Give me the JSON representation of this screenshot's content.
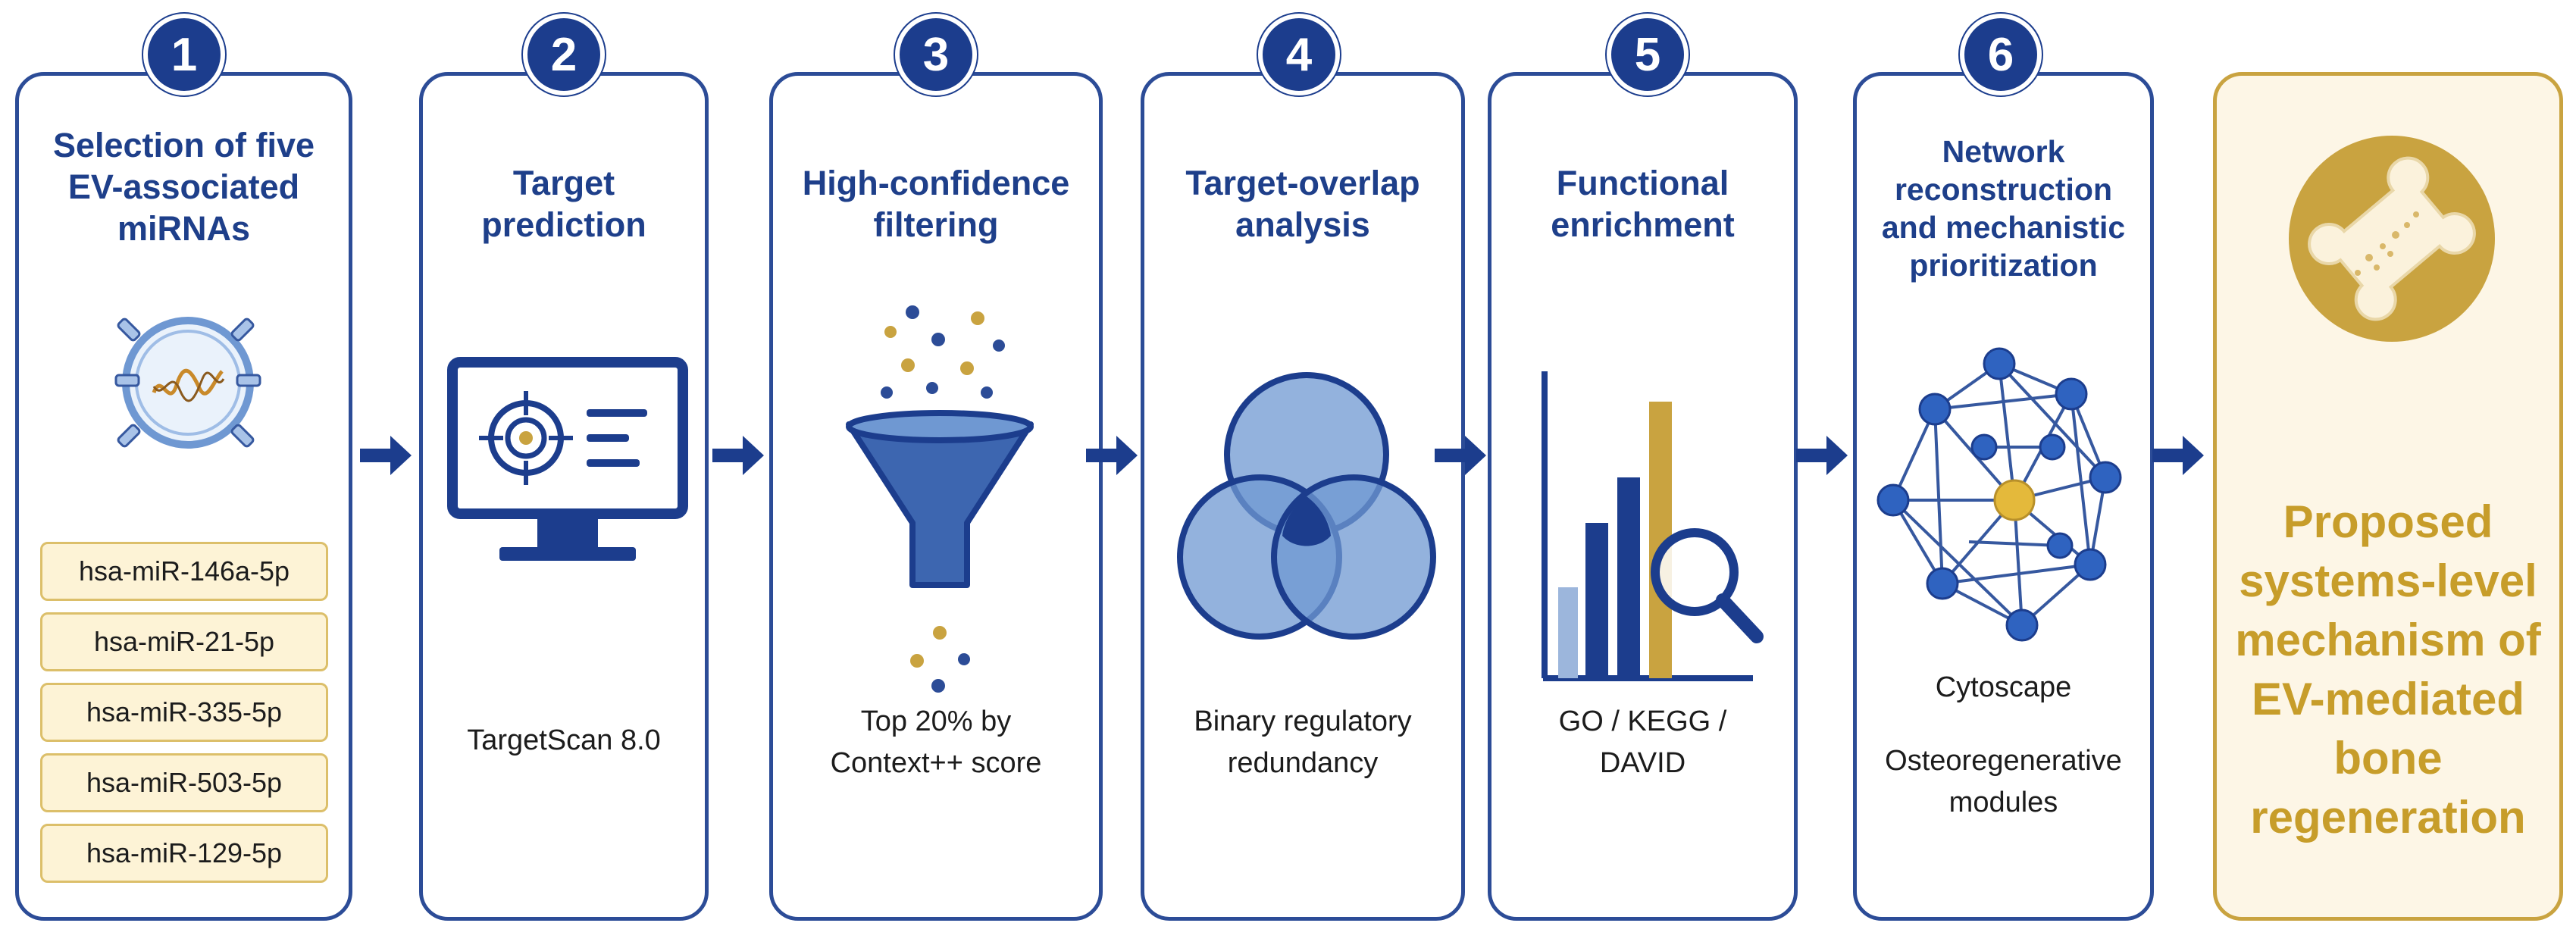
{
  "steps": [
    {
      "number": "1",
      "title_lines": [
        "Selection of five",
        "EV-associated",
        "miRNAs"
      ],
      "mirnas": [
        "hsa-miR-146a-5p",
        "hsa-miR-21-5p",
        "hsa-miR-335-5p",
        "hsa-miR-503-5p",
        "hsa-miR-129-5p"
      ],
      "icon": "extracellular-vesicle-icon"
    },
    {
      "number": "2",
      "title_lines": [
        "Target",
        "prediction"
      ],
      "caption_lines": [
        "TargetScan 8.0"
      ],
      "icon": "monitor-target-icon"
    },
    {
      "number": "3",
      "title_lines": [
        "High-confidence",
        "filtering"
      ],
      "caption_lines": [
        "Top 20% by",
        "Context++ score"
      ],
      "icon": "funnel-icon"
    },
    {
      "number": "4",
      "title_lines": [
        "Target-overlap",
        "analysis"
      ],
      "caption_lines": [
        "Binary regulatory",
        "redundancy"
      ],
      "icon": "venn-diagram-icon"
    },
    {
      "number": "5",
      "title_lines": [
        "Functional",
        "enrichment"
      ],
      "caption_lines": [
        "GO / KEGG /",
        "DAVID"
      ],
      "icon": "bar-chart-magnifier-icon"
    },
    {
      "number": "6",
      "title_lines": [
        "Network",
        "reconstruction",
        "and mechanistic",
        "prioritization"
      ],
      "caption_lines": [
        "Cytoscape",
        "Osteoregenerative",
        "modules"
      ],
      "icon": "network-icon"
    }
  ],
  "result": {
    "text_lines": [
      "Proposed",
      "systems-level",
      "mechanism of",
      "EV-mediated",
      "bone",
      "regeneration"
    ],
    "icon": "bone-icon"
  },
  "colors": {
    "navy": "#1c3d8d",
    "blue": "#2c4c97",
    "light_blue": "#6f98d2",
    "gold": "#c9a340",
    "gold_text": "#c79d2a"
  }
}
